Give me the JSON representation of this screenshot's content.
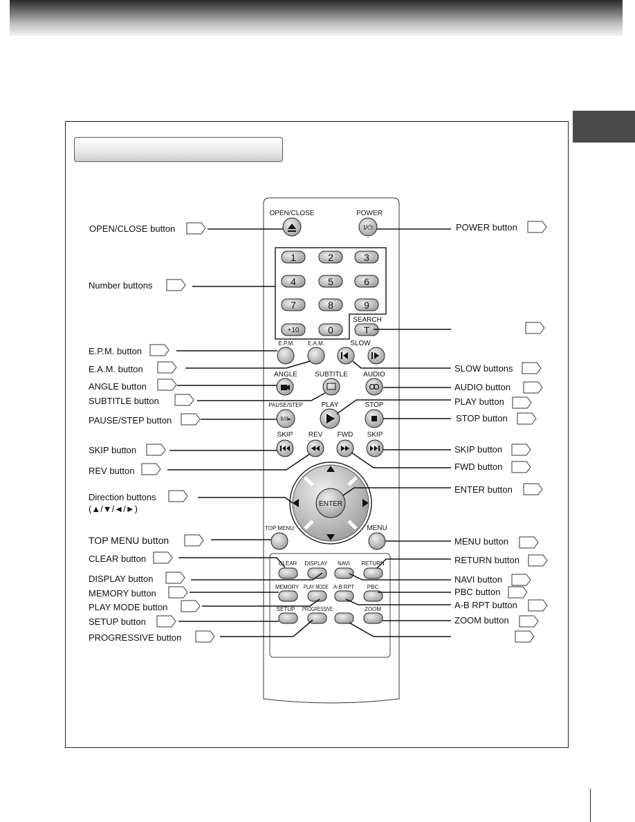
{
  "labels_left": {
    "open_close": "OPEN/CLOSE button",
    "number": "Number buttons",
    "epm": "E.P.M. button",
    "eam": "E.A.M. button",
    "angle": "ANGLE button",
    "subtitle": "SUBTITLE button",
    "pause_step": "PAUSE/STEP button",
    "skip": "SKIP button",
    "rev": "REV button",
    "direction": "Direction buttons",
    "direction_arrows": "(▲/▼/◄/►)",
    "top_menu": "TOP MENU button",
    "clear": "CLEAR button",
    "display": "DISPLAY button",
    "memory": "MEMORY button",
    "play_mode": "PLAY MODE button",
    "setup": "SETUP button",
    "progressive": "PROGRESSIVE button"
  },
  "labels_right": {
    "power": "POWER button",
    "slow": "SLOW buttons",
    "audio": "AUDIO button",
    "play": "PLAY button",
    "stop": "STOP button",
    "skip": "SKIP button",
    "fwd": "FWD button",
    "enter": "ENTER button",
    "menu": "MENU button",
    "return": "RETURN button",
    "navi": "NAVI button",
    "pbc": "PBC button",
    "ab_rpt": "A-B RPT button",
    "zoom": "ZOOM button"
  },
  "remote": {
    "open_close": "OPEN/CLOSE",
    "power": "POWER",
    "power_symbol": "I/⏻",
    "digits": [
      "1",
      "2",
      "3",
      "4",
      "5",
      "6",
      "7",
      "8",
      "9"
    ],
    "plus10": "+10",
    "zero": "0",
    "search": "SEARCH",
    "search_key": "T",
    "epm": "E.P.M.",
    "eam": "E.A.M.",
    "slow": "SLOW",
    "angle": "ANGLE",
    "subtitle": "SUBTITLE",
    "audio": "AUDIO",
    "pause_step": "PAUSE/STEP",
    "play": "PLAY",
    "stop": "STOP",
    "skip": "SKIP",
    "rev": "REV",
    "fwd": "FWD",
    "enter": "ENTER",
    "top_menu": "TOP MENU",
    "menu": "MENU",
    "clear": "CLEAR",
    "display": "DISPLAY",
    "navi": "NAVI",
    "return": "RETURN",
    "memory": "MEMORY",
    "play_mode": "PLAY MODE",
    "ab_rpt": "A-B RPT",
    "pbc": "PBC",
    "setup": "SETUP",
    "progressive": "PROGRESSIVE",
    "zoom": "ZOOM"
  }
}
